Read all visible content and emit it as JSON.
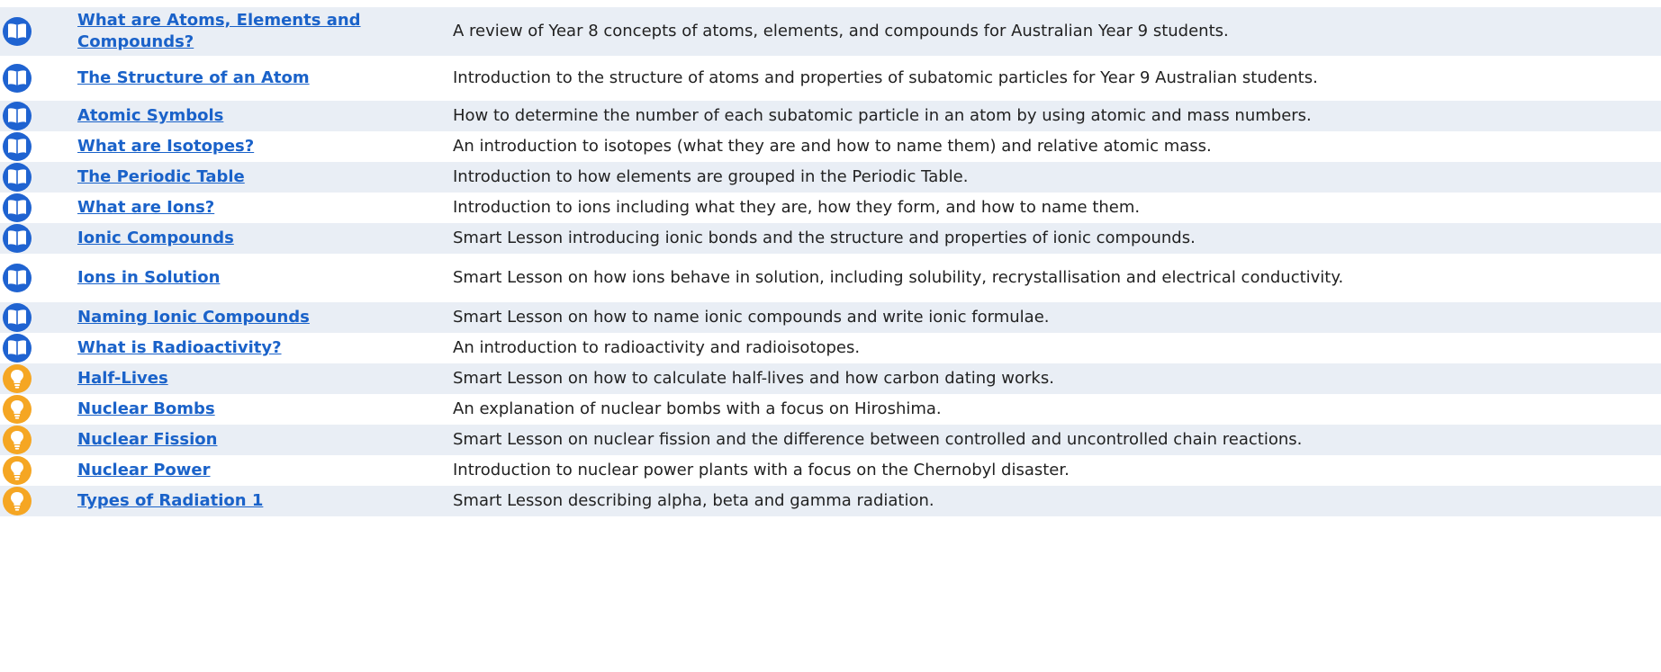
{
  "colors": {
    "link": "#1a62c9",
    "text": "#222222",
    "row_alt": "#e9eef5",
    "book_icon": "#1f63d1",
    "bulb_icon": "#f5a623"
  },
  "lessons": [
    {
      "icon": "book-icon",
      "title": "What are Atoms, Elements and Compounds?",
      "description": "A review of Year 8 concepts of atoms, elements, and compounds for Australian Year 9 students."
    },
    {
      "icon": "book-icon",
      "title": "The Structure of an Atom",
      "description": "Introduction to the structure of atoms and properties of subatomic particles for Year 9 Australian students."
    },
    {
      "icon": "book-icon",
      "title": "Atomic Symbols",
      "description": "How to determine the number of each subatomic particle in an atom by using atomic and mass numbers."
    },
    {
      "icon": "book-icon",
      "title": "What are Isotopes?",
      "description": "An introduction to isotopes (what they are and how to name them) and relative atomic mass."
    },
    {
      "icon": "book-icon",
      "title": "The Periodic Table",
      "description": "Introduction to how elements are grouped in the Periodic Table."
    },
    {
      "icon": "book-icon",
      "title": "What are Ions?",
      "description": "Introduction to ions including what they are, how they form, and how to name them."
    },
    {
      "icon": "book-icon",
      "title": "Ionic Compounds",
      "description": "Smart Lesson introducing ionic bonds and the structure and properties of ionic compounds."
    },
    {
      "icon": "book-icon",
      "title": "Ions in Solution",
      "description": "Smart Lesson on how ions behave in solution, including solubility, recrystallisation and electrical conductivity."
    },
    {
      "icon": "book-icon",
      "title": "Naming Ionic Compounds",
      "description": "Smart Lesson on how to name ionic compounds and write ionic formulae."
    },
    {
      "icon": "book-icon",
      "title": "What is Radioactivity?",
      "description": "An introduction to radioactivity and radioisotopes."
    },
    {
      "icon": "bulb-icon",
      "title": "Half-Lives",
      "description": "Smart Lesson on how to calculate half-lives and how carbon dating works."
    },
    {
      "icon": "bulb-icon",
      "title": "Nuclear Bombs",
      "description": "An explanation of nuclear bombs with a focus on Hiroshima."
    },
    {
      "icon": "bulb-icon",
      "title": "Nuclear Fission",
      "description": "Smart Lesson on nuclear fission and the difference between controlled and uncontrolled chain reactions."
    },
    {
      "icon": "bulb-icon",
      "title": "Nuclear Power",
      "description": "Introduction to nuclear power plants with a focus on the Chernobyl disaster."
    },
    {
      "icon": "bulb-icon",
      "title": "Types of Radiation 1",
      "description": "Smart Lesson describing alpha, beta and gamma radiation."
    }
  ]
}
